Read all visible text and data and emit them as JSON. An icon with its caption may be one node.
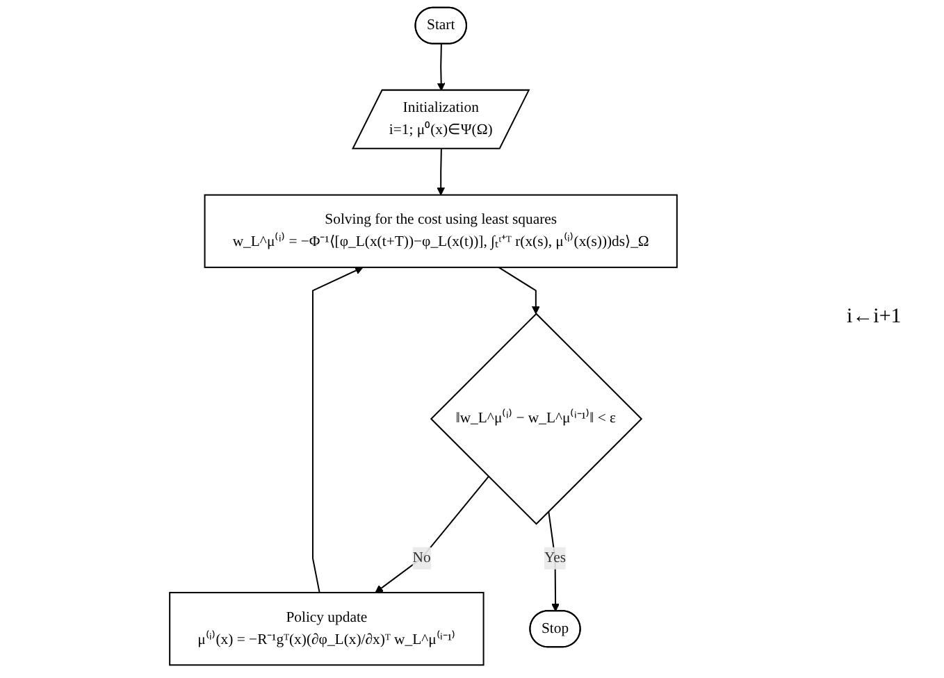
{
  "diagram": {
    "nodes": [
      {
        "text": [
          "Start"
        ]
      },
      {
        "text": [
          "Initialization",
          "i=1; μ⁰(x)∈Ψ(Ω)"
        ]
      },
      {
        "text": [
          "Solving for the cost using least squares",
          "w_L^μ⁽ⁱ⁾ = −Φ⁻¹⟨[φ_L(x(t+T))−φ_L(x(t))], ∫ₜᵗ⁺ᵀ r(x(s), μ⁽ⁱ⁾(x(s)))ds⟩_Ω"
        ]
      },
      {
        "text": [
          "‖w_L^μ⁽ⁱ⁾ − w_L^μ⁽ⁱ⁻¹⁾‖ < ε"
        ]
      },
      {
        "text": [
          "Policy update",
          "μ⁽ⁱ⁾(x) = −R⁻¹gᵀ(x)(∂φ_L(x)/∂x)ᵀ w_L^μ⁽ⁱ⁻¹⁾"
        ]
      },
      {
        "text": [
          "Stop"
        ]
      }
    ],
    "edges": [
      {
        "from": 0,
        "to": 1,
        "arrow": "to"
      },
      {
        "from": 1,
        "to": 2,
        "arrow": "to"
      },
      {
        "from": 2,
        "to": 3,
        "arrow": "to"
      },
      {
        "from": 3,
        "to": 4,
        "arrow": "to",
        "label": "No"
      },
      {
        "from": 3,
        "to": 5,
        "arrow": "to",
        "label": "Yes"
      },
      {
        "from": 4,
        "to": 2,
        "arrow": "to"
      }
    ],
    "labels": [
      "i←i+1"
    ]
  }
}
